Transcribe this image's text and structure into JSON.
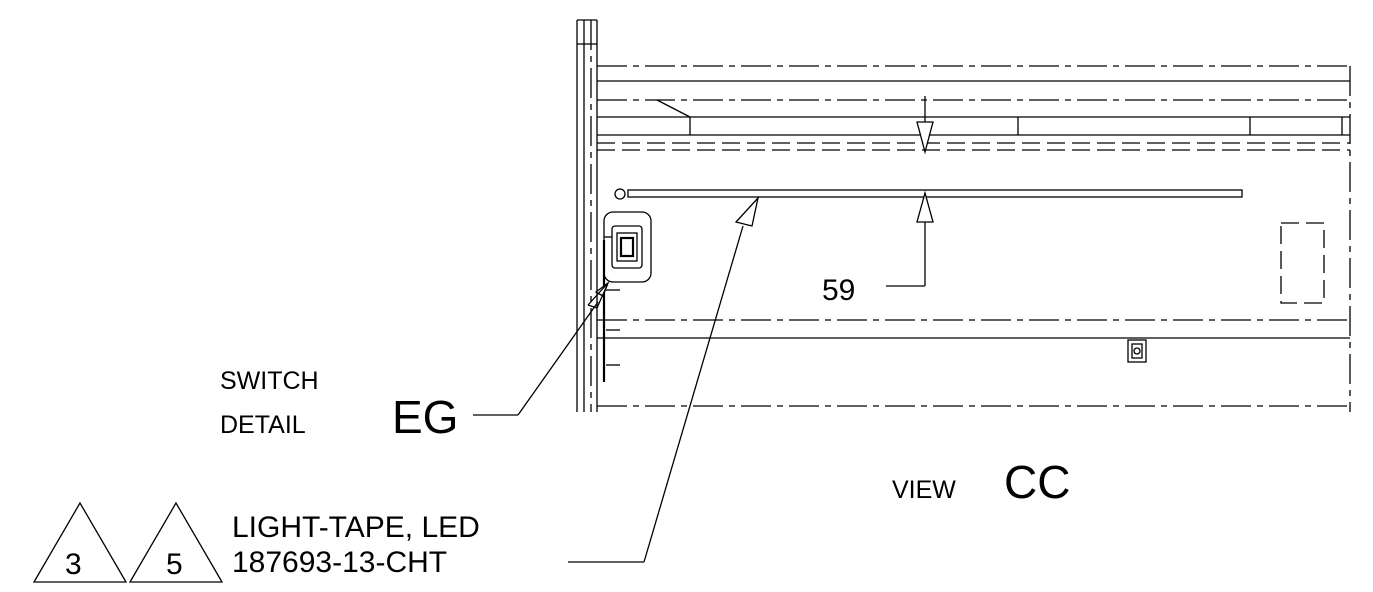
{
  "labels": {
    "switch_line1": "SWITCH",
    "switch_line2_small": "DETAIL",
    "switch_line2_big": "EG",
    "view_small": "VIEW",
    "view_big": "CC",
    "dimension": "59",
    "tape_line1": "LIGHT-TAPE, LED",
    "tape_line2": "187693-13-CHT"
  },
  "callouts": [
    {
      "number": "3"
    },
    {
      "number": "5"
    }
  ],
  "colors": {
    "line": "#000000",
    "background": "#ffffff"
  }
}
